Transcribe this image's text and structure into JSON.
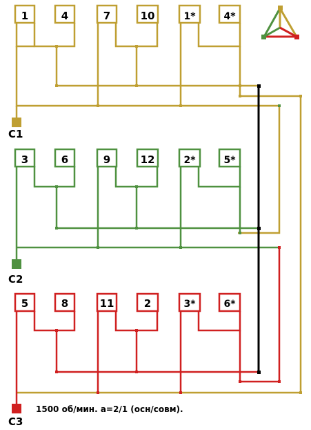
{
  "colors": {
    "phase1": "#bf9f32",
    "phase2": "#4f9140",
    "phase3": "#d02020",
    "jumper": "#000000"
  },
  "phases": [
    {
      "id": "c1",
      "terminal_label": "C1",
      "color_key": "phase1",
      "coils": [
        {
          "a": "1",
          "b": "4"
        },
        {
          "a": "7",
          "b": "10"
        },
        {
          "a": "1*",
          "b": "4*"
        }
      ]
    },
    {
      "id": "c2",
      "terminal_label": "C2",
      "color_key": "phase2",
      "coils": [
        {
          "a": "3",
          "b": "6"
        },
        {
          "a": "9",
          "b": "12"
        },
        {
          "a": "2*",
          "b": "5*"
        }
      ]
    },
    {
      "id": "c3",
      "terminal_label": "C3",
      "color_key": "phase3",
      "coils": [
        {
          "a": "5",
          "b": "8"
        },
        {
          "a": "11",
          "b": "2"
        },
        {
          "a": "3*",
          "b": "6*"
        }
      ]
    }
  ],
  "caption": "1500 об/мин. a=2/1 (осн/совм).",
  "legend_icon": "triangle-connection-icon"
}
